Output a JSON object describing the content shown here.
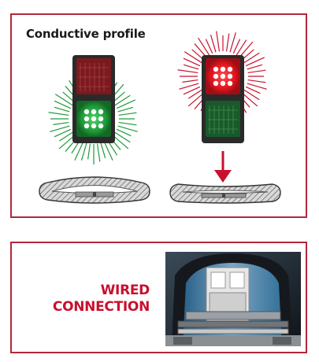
{
  "top_panel": {
    "title": "Conductive profile"
  },
  "bottom_panel": {
    "heading_line1": "WIRED",
    "heading_line2": "CONNECTION"
  },
  "colors": {
    "frame": "#b3263a",
    "accent_red": "#c8102e",
    "light_red": "#e0141e",
    "light_green": "#1f9a3a",
    "light_body": "#2a2a2a"
  },
  "icons": [
    "traffic-light-green-active",
    "traffic-light-red-active",
    "down-arrow-icon",
    "profile-relaxed",
    "profile-compressed"
  ]
}
